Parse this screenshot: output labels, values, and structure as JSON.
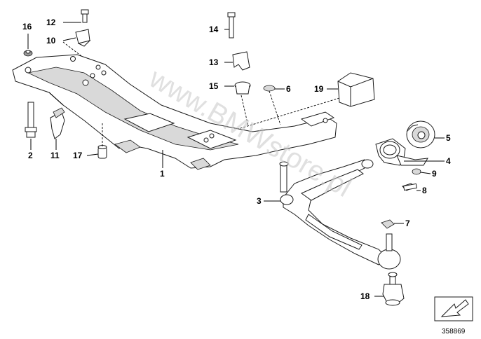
{
  "diagram": {
    "callouts": [
      "1",
      "2",
      "3",
      "4",
      "5",
      "6",
      "7",
      "8",
      "9",
      "10",
      "11",
      "12",
      "13",
      "14",
      "15",
      "16",
      "17",
      "18",
      "19"
    ],
    "watermark": "www.BMWstore.pl",
    "drawing_number": "358869",
    "nav_icon": "arrow-next-page-icon"
  }
}
